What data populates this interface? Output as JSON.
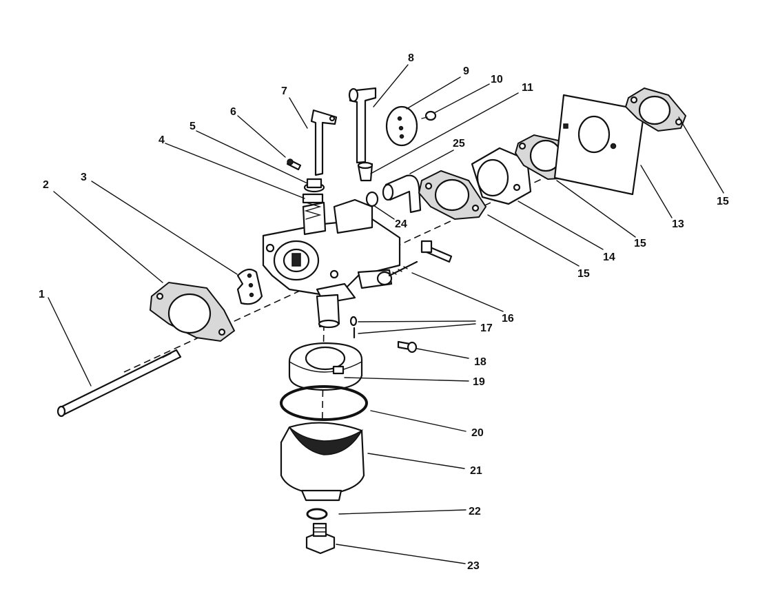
{
  "callouts": {
    "c1": "1",
    "c2": "2",
    "c3": "3",
    "c4": "4",
    "c5": "5",
    "c6": "6",
    "c7": "7",
    "c8": "8",
    "c9": "9",
    "c10": "10",
    "c11": "11",
    "c13": "13",
    "c14": "14",
    "c15a": "15",
    "c15b": "15",
    "c15c": "15",
    "c16": "16",
    "c17": "17",
    "c18": "18",
    "c19": "19",
    "c20": "20",
    "c21": "21",
    "c22": "22",
    "c23": "23",
    "c24": "24",
    "c25": "25"
  }
}
